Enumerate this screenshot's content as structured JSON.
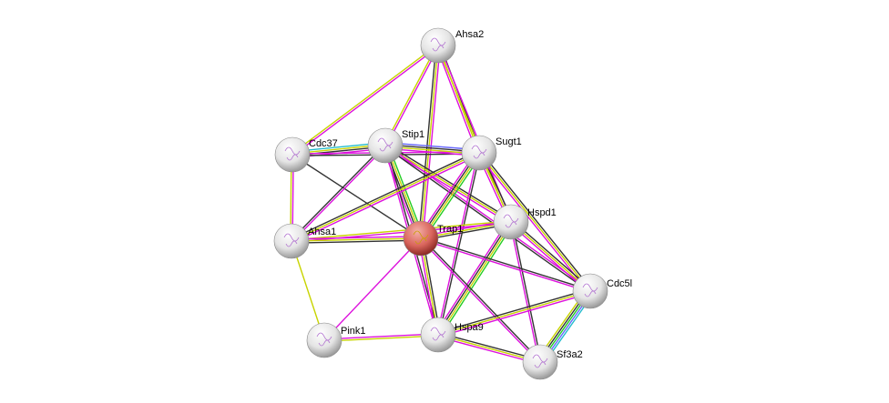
{
  "network": {
    "query_node": "Trap1",
    "query_color": "#d9534f",
    "node_color": "#e8e8e8",
    "nodes": [
      "Ahsa2",
      "Cdc37",
      "Stip1",
      "Sugt1",
      "Hspd1",
      "Trap1",
      "Ahsa1",
      "Cdc5l",
      "Pink1",
      "Hspa9",
      "Sf3a2"
    ],
    "evidence_colors": {
      "textmining": "#c8d400",
      "coexpression": "#333333",
      "experiments": "#dd11dd",
      "databases": "#22bbcc",
      "neighborhood": "#22cc22",
      "homology": "#6666ff"
    },
    "edges": [
      [
        "Ahsa2",
        "Cdc37",
        [
          "experiments",
          "textmining"
        ]
      ],
      [
        "Ahsa2",
        "Stip1",
        [
          "experiments",
          "textmining"
        ]
      ],
      [
        "Ahsa2",
        "Sugt1",
        [
          "coexpression",
          "textmining",
          "experiments"
        ]
      ],
      [
        "Ahsa2",
        "Trap1",
        [
          "experiments",
          "textmining",
          "coexpression"
        ]
      ],
      [
        "Ahsa2",
        "Hspd1",
        [
          "experiments",
          "textmining"
        ]
      ],
      [
        "Cdc37",
        "Stip1",
        [
          "databases",
          "textmining",
          "coexpression",
          "experiments"
        ]
      ],
      [
        "Cdc37",
        "Sugt1",
        [
          "experiments",
          "coexpression"
        ]
      ],
      [
        "Cdc37",
        "Ahsa1",
        [
          "experiments",
          "textmining"
        ]
      ],
      [
        "Cdc37",
        "Trap1",
        [
          "coexpression"
        ]
      ],
      [
        "Stip1",
        "Sugt1",
        [
          "homology",
          "coexpression",
          "textmining",
          "experiments"
        ]
      ],
      [
        "Stip1",
        "Ahsa1",
        [
          "experiments",
          "coexpression"
        ]
      ],
      [
        "Stip1",
        "Trap1",
        [
          "neighborhood",
          "textmining",
          "coexpression",
          "experiments"
        ]
      ],
      [
        "Stip1",
        "Hspd1",
        [
          "coexpression",
          "textmining",
          "experiments"
        ]
      ],
      [
        "Stip1",
        "Hspa9",
        [
          "coexpression",
          "experiments"
        ]
      ],
      [
        "Stip1",
        "Cdc5l",
        [
          "experiments",
          "coexpression"
        ]
      ],
      [
        "Sugt1",
        "Ahsa1",
        [
          "experiments",
          "textmining",
          "coexpression"
        ]
      ],
      [
        "Sugt1",
        "Trap1",
        [
          "neighborhood",
          "textmining",
          "coexpression",
          "experiments"
        ]
      ],
      [
        "Sugt1",
        "Hspd1",
        [
          "coexpression",
          "textmining",
          "experiments"
        ]
      ],
      [
        "Sugt1",
        "Hspa9",
        [
          "coexpression",
          "experiments"
        ]
      ],
      [
        "Sugt1",
        "Cdc5l",
        [
          "coexpression",
          "textmining",
          "experiments"
        ]
      ],
      [
        "Hspd1",
        "Trap1",
        [
          "coexpression",
          "textmining",
          "experiments"
        ]
      ],
      [
        "Hspd1",
        "Ahsa1",
        [
          "experiments",
          "textmining"
        ]
      ],
      [
        "Hspd1",
        "Hspa9",
        [
          "neighborhood",
          "textmining",
          "coexpression",
          "experiments"
        ]
      ],
      [
        "Hspd1",
        "Cdc5l",
        [
          "coexpression",
          "textmining",
          "experiments"
        ]
      ],
      [
        "Hspd1",
        "Sf3a2",
        [
          "coexpression",
          "experiments"
        ]
      ],
      [
        "Trap1",
        "Ahsa1",
        [
          "coexpression",
          "textmining",
          "experiments"
        ]
      ],
      [
        "Trap1",
        "Pink1",
        [
          "experiments"
        ]
      ],
      [
        "Trap1",
        "Hspa9",
        [
          "coexpression",
          "textmining",
          "experiments"
        ]
      ],
      [
        "Trap1",
        "Cdc5l",
        [
          "coexpression",
          "experiments"
        ]
      ],
      [
        "Trap1",
        "Sf3a2",
        [
          "coexpression",
          "experiments"
        ]
      ],
      [
        "Ahsa1",
        "Pink1",
        [
          "textmining"
        ]
      ],
      [
        "Pink1",
        "Hspa9",
        [
          "experiments",
          "textmining"
        ]
      ],
      [
        "Hspa9",
        "Sf3a2",
        [
          "coexpression",
          "textmining",
          "experiments"
        ]
      ],
      [
        "Hspa9",
        "Cdc5l",
        [
          "coexpression",
          "textmining",
          "experiments"
        ]
      ],
      [
        "Cdc5l",
        "Sf3a2",
        [
          "databases",
          "homology",
          "neighborhood",
          "coexpression",
          "textmining"
        ]
      ]
    ]
  }
}
